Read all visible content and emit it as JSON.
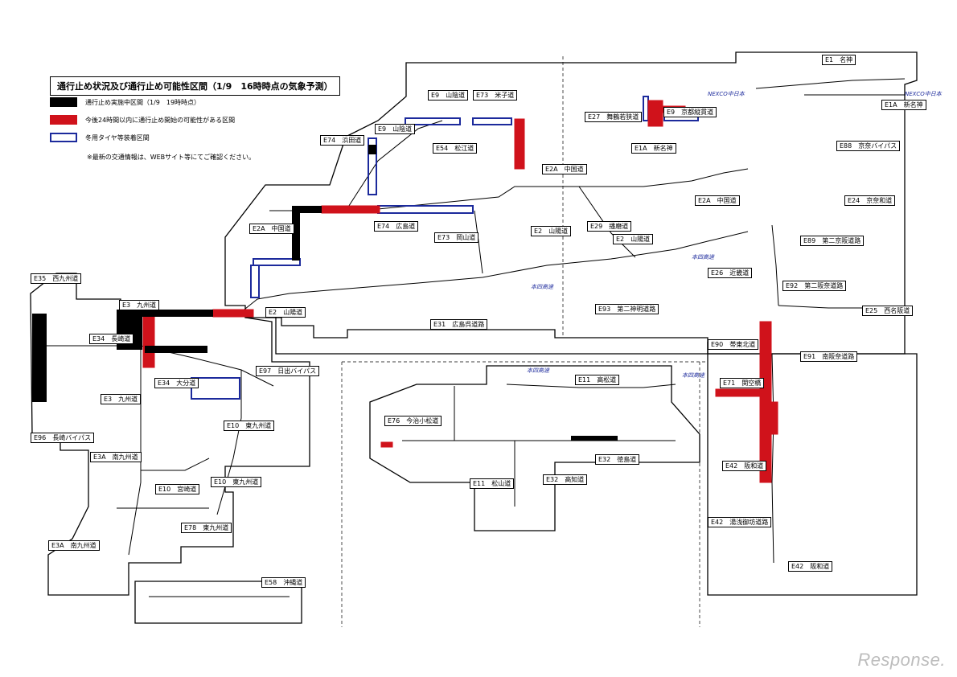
{
  "title": "通行止め状況及び通行止め可能性区間（1/9　16時時点の気象予測）",
  "legend": [
    {
      "text": "通行止め実施中区間（1/9　19時時点）",
      "color": "#000000",
      "kind": "fill"
    },
    {
      "text": "今後24時間以内に通行止め開始の可能性がある区間",
      "color": "#d0121b",
      "kind": "fill"
    },
    {
      "text": "冬用タイヤ等装着区間",
      "color": "#1c2a9c",
      "kind": "outline"
    }
  ],
  "note": "※最新の交通情報は、WEBサイト等にてご確認ください。",
  "watermark": "Response.",
  "colors": {
    "closed": "#000000",
    "possible": "#d0121b",
    "winter": "#1c2a9c",
    "line": "#000000"
  },
  "roads": {
    "e9_sanin": "E9　山陰道",
    "e73_yonago": "E73　米子道",
    "e54_matsue": "E54　松江道",
    "e9_sanin2": "E9　山陰道",
    "e74_hamada": "E74　浜田道",
    "e2a_chugoku_1": "E2A　中国道",
    "e2a_chugoku_2": "E2A　中国道",
    "e2a_chugoku_3": "E2A　中国道",
    "e74_hiroshima": "E74　広島道",
    "e73_okayama": "E73　岡山道",
    "e2_sanyo_1": "E2　山陽道",
    "e2_sanyo_2": "E2　山陽道",
    "e2_sanyo_3": "E2　山陽道",
    "e29_harima": "E29　播磨道",
    "e31_hiroshima_kure": "E31　広島呉道路",
    "e93_daini_shinmei": "E93　第二神明道路",
    "e27_maizuru_wakasa": "E27　舞鶴若狭道",
    "e9_kyoto_jukan": "E9　京都縦貫道",
    "e1_meishin": "E1　名神",
    "e1a_shinmeishin_1": "E1A　新名神",
    "e1a_shinmeishin_2": "E1A　新名神",
    "e88_keinawa": "E88　京奈バイパス",
    "e24_keinawa": "E24　京奈和道",
    "e89_daini_keihan": "E89　第二京阪道路",
    "e26_kinki": "E26　近畿道",
    "e92_daini_hanna": "E92　第二阪奈道路",
    "e25_nishi_meihan": "E25　西名阪道",
    "e90_hanwa_kita": "E90　帯東北道",
    "e91_nanhan": "E91　南阪奈道路",
    "e71_kanku": "E71　関空橋",
    "e42_hanwa_1": "E42　阪和道",
    "e42_yuasa_gobo": "E42　湯浅御坊道路",
    "e42_hanwa_2": "E42　阪和道",
    "e3_kyushu_1": "E3　九州道",
    "e3_kyushu_2": "E3　九州道",
    "e35_nishikyushu": "E35　西九州道",
    "e34_nagasaki": "E34　長崎道",
    "e34_oita": "E34　大分道",
    "e97_hiji": "E97　日出バイパス",
    "e10_higashikyushu_1": "E10　東九州道",
    "e10_higashikyushu_2": "E10　東九州道",
    "e10_miyazaki": "E10　宮崎道",
    "e3a_minamikyushu_1": "E3A　南九州道",
    "e3a_minamikyushu_2": "E3A　南九州道",
    "e78_higashikyushu": "E78　東九州道",
    "e96_nagasaki_bypass": "E96　長崎バイパス",
    "e58_okinawa": "E58　沖縄道",
    "e11_takamatsu": "E11　高松道",
    "e76_imabari_komatsu": "E76　今治小松道",
    "e32_tokushima": "E32　徳島道",
    "e11_matsuyama": "E11　松山道",
    "e32_kochi": "E32　高知道"
  },
  "markers": {
    "nexco_chuo_1": "NEXCO中日本",
    "nexco_chuo_2": "NEXCO中日本",
    "honshi_1": "本四高速",
    "honshi_2": "本四高速",
    "honshi_3": "本四高速",
    "honshi_4": "本四高速"
  }
}
